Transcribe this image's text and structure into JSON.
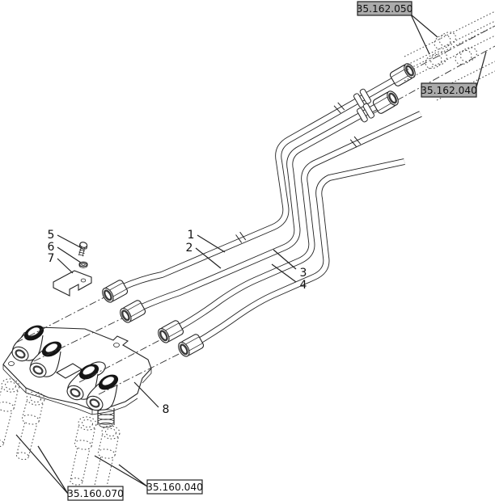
{
  "drawing": {
    "background": "#ffffff",
    "line_color": "#222222",
    "highlight_label_fill": "#ababab",
    "plain_label_fill": "#ffffff",
    "ref_labels": {
      "top_primary": "35.162.050",
      "top_secondary": "35.162.040",
      "bottom_left": "35.160.070",
      "bottom_right": "35.160.040"
    },
    "callouts": {
      "c1": "1",
      "c2": "2",
      "c3": "3",
      "c4": "4",
      "c5": "5",
      "c6": "6",
      "c7": "7",
      "c8": "8"
    }
  }
}
